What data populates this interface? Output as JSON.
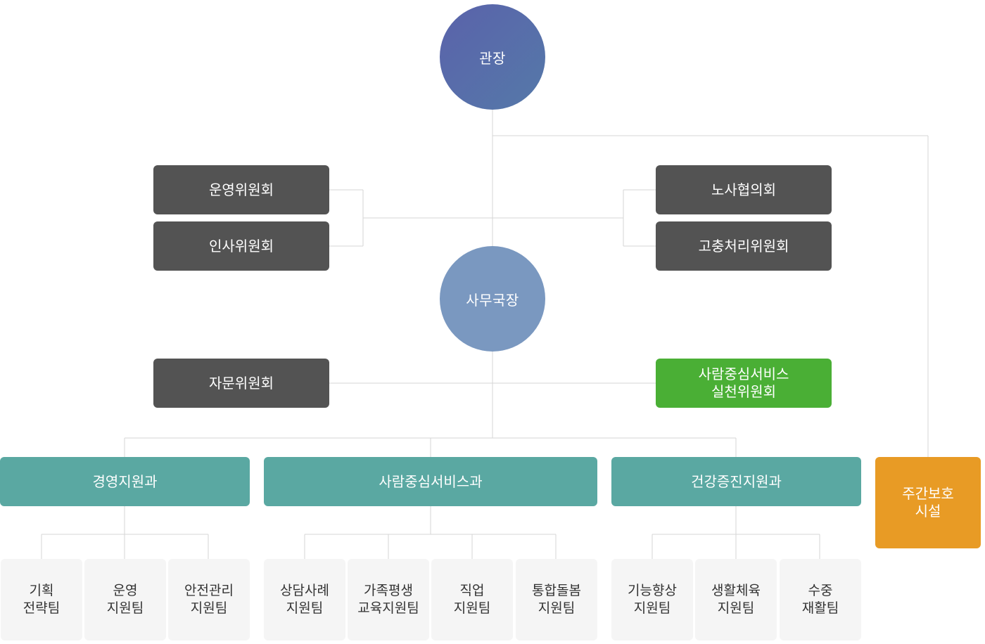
{
  "director": "관장",
  "secretary_general": "사무국장",
  "committees_left": [
    "운영위원회",
    "인사위원회"
  ],
  "committees_right": [
    "노사협의회",
    "고충처리위원회"
  ],
  "advisory_committee": "자문위원회",
  "practice_committee": "사람중심서비스\n실천위원회",
  "departments": [
    {
      "name": "경영지원과",
      "teams": [
        "기획\n전략팀",
        "운영\n지원팀",
        "안전관리\n지원팀"
      ]
    },
    {
      "name": "사람중심서비스과",
      "teams": [
        "상담사례\n지원팀",
        "가족평생\n교육지원팀",
        "직업\n지원팀",
        "통합돌봄\n지원팀"
      ]
    },
    {
      "name": "건강증진지원과",
      "teams": [
        "기능향상\n지원팀",
        "생활체육\n지원팀",
        "수중\n재활팀"
      ]
    }
  ],
  "day_care": "주간보호\n시설",
  "colors": {
    "director_gradient": [
      "#5a62aa",
      "#5579a9"
    ],
    "secretary": "#7a98c0",
    "committee": "#535353",
    "practice_committee": "#4aaf35",
    "department": "#5aa8a2",
    "day_care": "#e89b25",
    "team_bg": "#f5f5f5",
    "connector": "#d6d6d6"
  }
}
